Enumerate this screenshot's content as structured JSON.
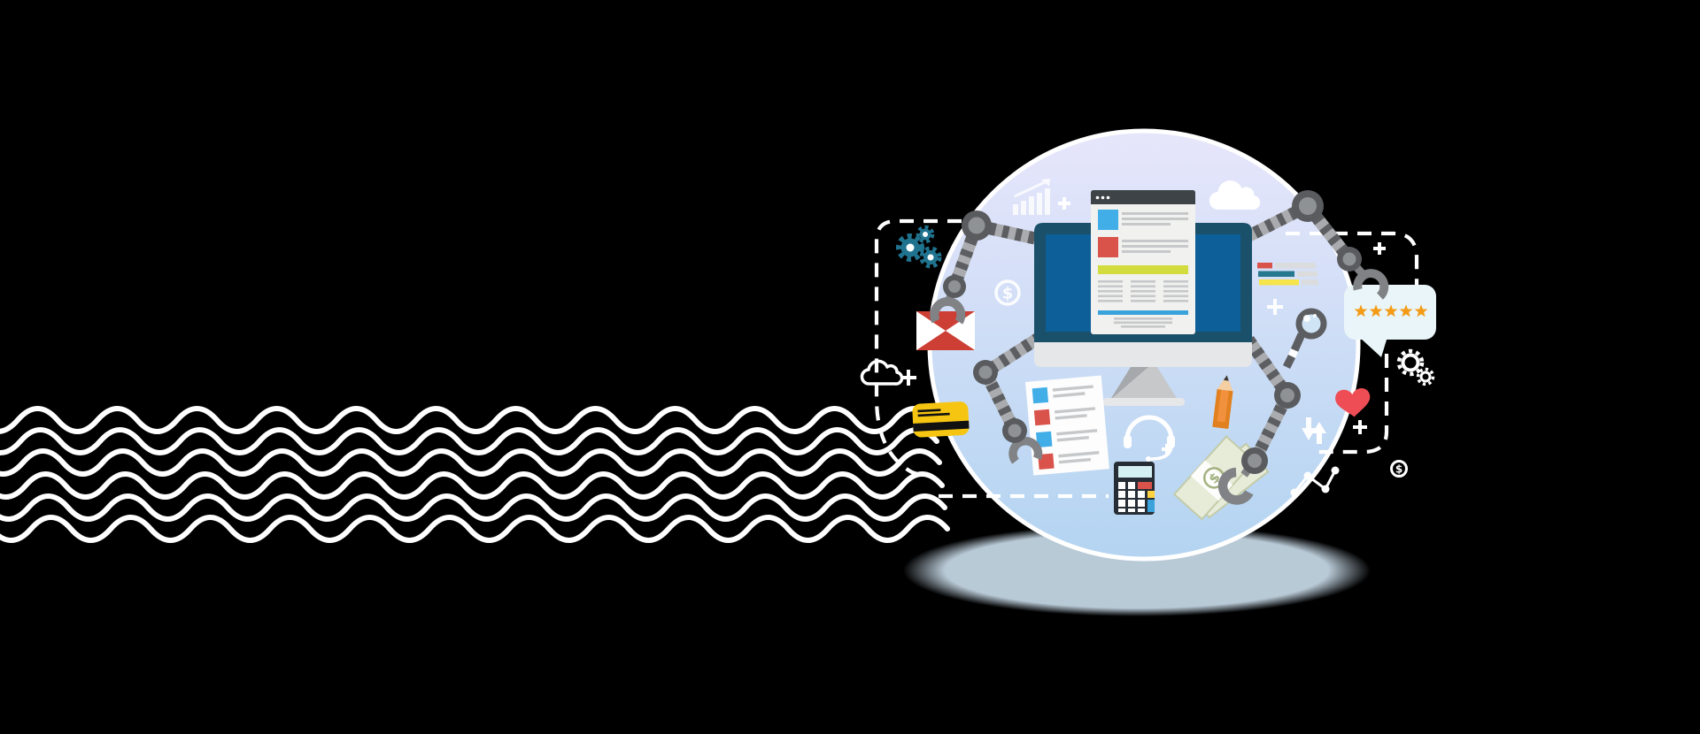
{
  "scene": {
    "background": "#000000",
    "currency_symbol": "$",
    "review_stars": {
      "count": 5
    },
    "browser": {
      "dots": 3
    },
    "waves": {
      "count": 6
    },
    "decorations": {
      "plus_marks": 6,
      "scatter_points": 4
    },
    "icons": [
      "robot-arms",
      "desktop-monitor",
      "browser-window",
      "bar-chart-icon",
      "cloud-icon",
      "gears-icon",
      "email-envelope-icon",
      "dollar-coin-icon",
      "credit-card-icon",
      "checklist-document-icon",
      "headset-icon",
      "calculator-icon",
      "money-bills-icon",
      "pencil-icon",
      "magnifying-glass-icon",
      "seo-bars-icon",
      "five-star-review-bubble",
      "heart-icon",
      "sync-arrows-icon",
      "line-graph-dots-icon"
    ]
  },
  "colors": {
    "white": "#ffffff",
    "circleTop": "#e7e6fb",
    "circleBottom": "#b3d4f1",
    "rim": "#ffffff",
    "shadow": "#b9cad7",
    "red": "#d9534b",
    "heartRed": "#ee4d55",
    "envelopeRed": "#cd3e35",
    "blue": "#41aee8",
    "screenBlue": "#0d5f99",
    "frameTeal": "#1a5069",
    "lime": "#d2dc3f",
    "cardYellow": "#f6c511",
    "seoTeal": "#26788f",
    "seoYellow": "#f6e44b",
    "gearTeal": "#20738f",
    "star": "#f49b16",
    "bubble": "#e9f5f8",
    "armLight": "#a9abae",
    "armDark": "#5c5e61",
    "jointOuter": "#595b5e",
    "jointInner": "#8f9295",
    "claw": "#808285",
    "grayLine": "#c6c8ca",
    "chin": "#e6e7e9",
    "stand": "#c6c8ca",
    "standShade": "#a6a9ac",
    "bill": "#e7ecd9",
    "billLine": "#a3b180",
    "calcBody": "#262d35",
    "calcScreen": "#d4f0f2",
    "keyYellow": "#ffd23f",
    "keyBlue": "#3ba3dc",
    "pencil": "#f2913d",
    "pencilDark": "#e0801f",
    "pencilTip": "#f3cfa2",
    "lens": "#cfe4f4",
    "grayBar": "#dadcde",
    "browserHead": "#3e4347",
    "browserBody": "#f1f1ef"
  }
}
